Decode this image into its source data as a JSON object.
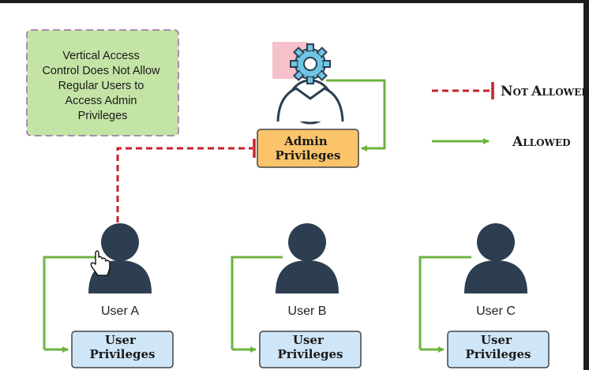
{
  "note": {
    "lines": [
      "Vertical Access",
      "Control Does Not Allow",
      "Regular Users to",
      "Access Admin",
      "Privileges"
    ]
  },
  "admin_box": {
    "lines": [
      "Admin",
      "Privileges"
    ]
  },
  "legend": {
    "not_allowed": {
      "big": [
        "N",
        "A"
      ],
      "small": [
        "OT ",
        "LLOWED"
      ]
    },
    "allowed": {
      "big": "A",
      "small": "LLOWED"
    }
  },
  "users": [
    {
      "name": "User A",
      "box_lines": [
        "User",
        "Privileges"
      ]
    },
    {
      "name": "User B",
      "box_lines": [
        "User",
        "Privileges"
      ]
    },
    {
      "name": "User C",
      "box_lines": [
        "User",
        "Privileges"
      ]
    }
  ],
  "colors": {
    "green": "#6db33f",
    "red": "#c8202b",
    "admin_fill": "#fcc46a",
    "user_fill": "#cfe6f8",
    "note_fill": "#c4e4a6",
    "person": "#2d3e50",
    "gear": "#6fc5e3"
  },
  "icons": [
    "gear-icon",
    "admin-person-icon",
    "user-person-icon",
    "hand-cursor-icon"
  ]
}
